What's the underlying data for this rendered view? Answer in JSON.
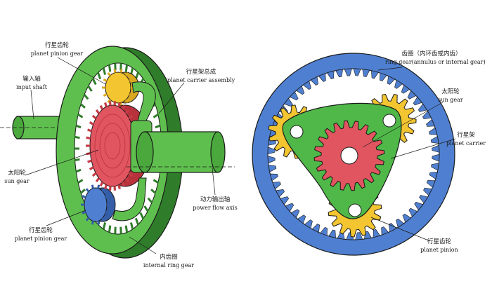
{
  "colors": {
    "ring_green": "#5fbf4e",
    "ring_green_dark": "#2f7d2a",
    "ring_blue": "#4f7fd0",
    "sun_red": "#e05560",
    "planet_yellow": "#f2c531",
    "planet_blue": "#4f7fd0",
    "carrier_green": "#4fb848",
    "shaft_green": "#5fbf4e",
    "outline": "#1a1a1a"
  },
  "left": {
    "input_shaft": {
      "zh": "输入轴",
      "en": "input shaft"
    },
    "planet_pinion_gear_top": {
      "zh": "行星齿轮",
      "en": "planet pinion gear"
    },
    "planet_carrier_assembly": {
      "zh": "行星架总成",
      "en": "planet carrier assembly"
    },
    "sun_gear": {
      "zh": "太阳轮",
      "en": "sun gear"
    },
    "power_flow_axis": {
      "zh": "动力输出轴",
      "en": "power flow axis"
    },
    "planet_pinion_gear_bottom": {
      "zh": "行星齿轮",
      "en": "planet pinion gear"
    },
    "internal_ring_gear": {
      "zh": "内齿圈",
      "en": "internal ring gear"
    }
  },
  "right": {
    "ring_gear": {
      "zh": "齿圈（内环齿或内齿）",
      "en": "ring gear(annulus or internal gear)"
    },
    "sun_gear": {
      "zh": "太阳轮",
      "en": "sun gear"
    },
    "planet_carrier": {
      "zh": "行星架",
      "en": "planet carrier"
    },
    "planet_pinion": {
      "zh": "行星齿轮",
      "en": "planet pinion"
    }
  }
}
